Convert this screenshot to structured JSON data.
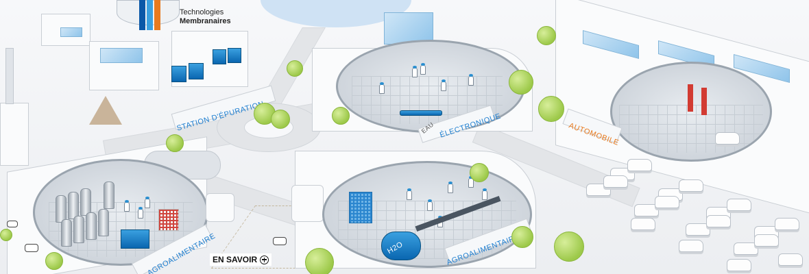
{
  "legend": {
    "line1": "Technologies",
    "line2": "Membranaires",
    "colors": [
      "#0a58a8",
      "#3aa0e0",
      "#e87a1e"
    ]
  },
  "labels": {
    "station": "STATION D'ÉPURATION",
    "electronique": "ÉLECTRONIQUE",
    "eau": "EAU",
    "automobile": "AUTOMOBILE",
    "agro_left": "AGROALIMENTAIRE",
    "agro_right": "AGROALIMENTAIRE",
    "h2o": "H2O"
  },
  "cta": {
    "label": "EN SAVOIR",
    "icon": "plus-circle-icon"
  },
  "accent_colors": {
    "blue": "#1f7fd0",
    "orange": "#e87a1e"
  }
}
